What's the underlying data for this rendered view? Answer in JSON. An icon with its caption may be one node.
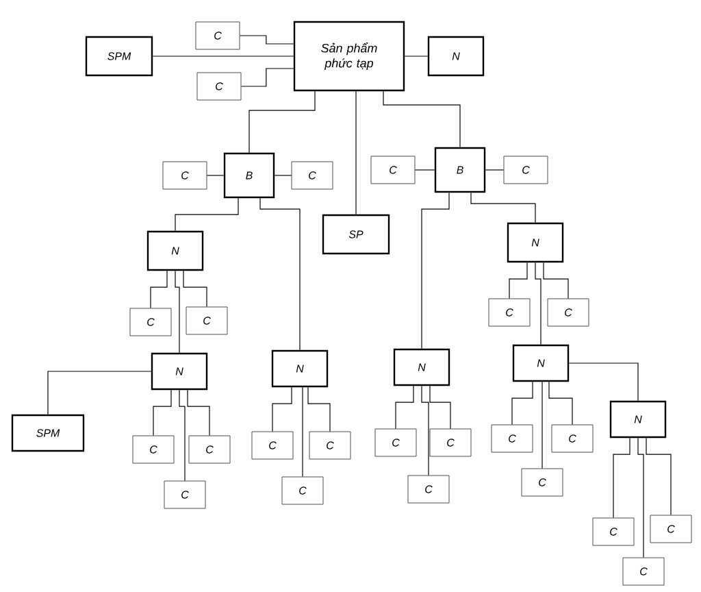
{
  "diagram": {
    "nodes": [
      {
        "text": [
          "Sản phẩm phức tạp"
        ]
      },
      {
        "text": [
          "C"
        ]
      },
      {
        "text": [
          "SPM"
        ]
      },
      {
        "text": [
          "C"
        ]
      },
      {
        "text": [
          "N"
        ]
      },
      {
        "text": [
          "C"
        ]
      },
      {
        "text": [
          "B"
        ]
      },
      {
        "text": [
          "C"
        ]
      },
      {
        "text": [
          "SP"
        ]
      },
      {
        "text": [
          "C"
        ]
      },
      {
        "text": [
          "B"
        ]
      },
      {
        "text": [
          "C"
        ]
      },
      {
        "text": [
          "N"
        ]
      },
      {
        "text": [
          "C"
        ]
      },
      {
        "text": [
          "C"
        ]
      },
      {
        "text": [
          "N"
        ]
      },
      {
        "text": [
          "SPM"
        ]
      },
      {
        "text": [
          "C"
        ]
      },
      {
        "text": [
          "C"
        ]
      },
      {
        "text": [
          "C"
        ]
      },
      {
        "text": [
          "N"
        ]
      },
      {
        "text": [
          "C"
        ]
      },
      {
        "text": [
          "C"
        ]
      },
      {
        "text": [
          "C"
        ]
      },
      {
        "text": [
          "N"
        ]
      },
      {
        "text": [
          "C"
        ]
      },
      {
        "text": [
          "C"
        ]
      },
      {
        "text": [
          "C"
        ]
      },
      {
        "text": [
          "N"
        ]
      },
      {
        "text": [
          "C"
        ]
      },
      {
        "text": [
          "C"
        ]
      },
      {
        "text": [
          "N"
        ]
      },
      {
        "text": [
          "C"
        ]
      },
      {
        "text": [
          "C"
        ]
      },
      {
        "text": [
          "C"
        ]
      },
      {
        "text": [
          "N"
        ]
      },
      {
        "text": [
          "C"
        ]
      },
      {
        "text": [
          "C"
        ]
      },
      {
        "text": [
          "C"
        ]
      }
    ],
    "edges": [
      {
        "from": 0,
        "to": 1,
        "arrow": "none"
      },
      {
        "from": 0,
        "to": 2,
        "arrow": "none"
      },
      {
        "from": 0,
        "to": 3,
        "arrow": "none"
      },
      {
        "from": 0,
        "to": 4,
        "arrow": "none"
      },
      {
        "from": 0,
        "to": 6,
        "arrow": "none"
      },
      {
        "from": 0,
        "to": 8,
        "arrow": "none"
      },
      {
        "from": 0,
        "to": 10,
        "arrow": "none"
      },
      {
        "from": 6,
        "to": 5,
        "arrow": "none"
      },
      {
        "from": 6,
        "to": 7,
        "arrow": "none"
      },
      {
        "from": 10,
        "to": 9,
        "arrow": "none"
      },
      {
        "from": 10,
        "to": 11,
        "arrow": "none"
      },
      {
        "from": 6,
        "to": 12,
        "arrow": "none"
      },
      {
        "from": 6,
        "to": 20,
        "arrow": "none"
      },
      {
        "from": 10,
        "to": 24,
        "arrow": "none"
      },
      {
        "from": 10,
        "to": 28,
        "arrow": "none"
      },
      {
        "from": 12,
        "to": 13,
        "arrow": "none"
      },
      {
        "from": 12,
        "to": 14,
        "arrow": "none"
      },
      {
        "from": 12,
        "to": 15,
        "arrow": "none"
      },
      {
        "from": 15,
        "to": 16,
        "arrow": "none"
      },
      {
        "from": 15,
        "to": 17,
        "arrow": "none"
      },
      {
        "from": 15,
        "to": 18,
        "arrow": "none"
      },
      {
        "from": 15,
        "to": 19,
        "arrow": "none"
      },
      {
        "from": 20,
        "to": 21,
        "arrow": "none"
      },
      {
        "from": 20,
        "to": 22,
        "arrow": "none"
      },
      {
        "from": 20,
        "to": 23,
        "arrow": "none"
      },
      {
        "from": 24,
        "to": 25,
        "arrow": "none"
      },
      {
        "from": 24,
        "to": 26,
        "arrow": "none"
      },
      {
        "from": 24,
        "to": 27,
        "arrow": "none"
      },
      {
        "from": 28,
        "to": 29,
        "arrow": "none"
      },
      {
        "from": 28,
        "to": 30,
        "arrow": "none"
      },
      {
        "from": 28,
        "to": 31,
        "arrow": "none"
      },
      {
        "from": 31,
        "to": 32,
        "arrow": "none"
      },
      {
        "from": 31,
        "to": 33,
        "arrow": "none"
      },
      {
        "from": 31,
        "to": 34,
        "arrow": "none"
      },
      {
        "from": 31,
        "to": 35,
        "arrow": "none"
      },
      {
        "from": 35,
        "to": 36,
        "arrow": "none"
      },
      {
        "from": 35,
        "to": 37,
        "arrow": "none"
      },
      {
        "from": 35,
        "to": 38,
        "arrow": "none"
      }
    ]
  }
}
